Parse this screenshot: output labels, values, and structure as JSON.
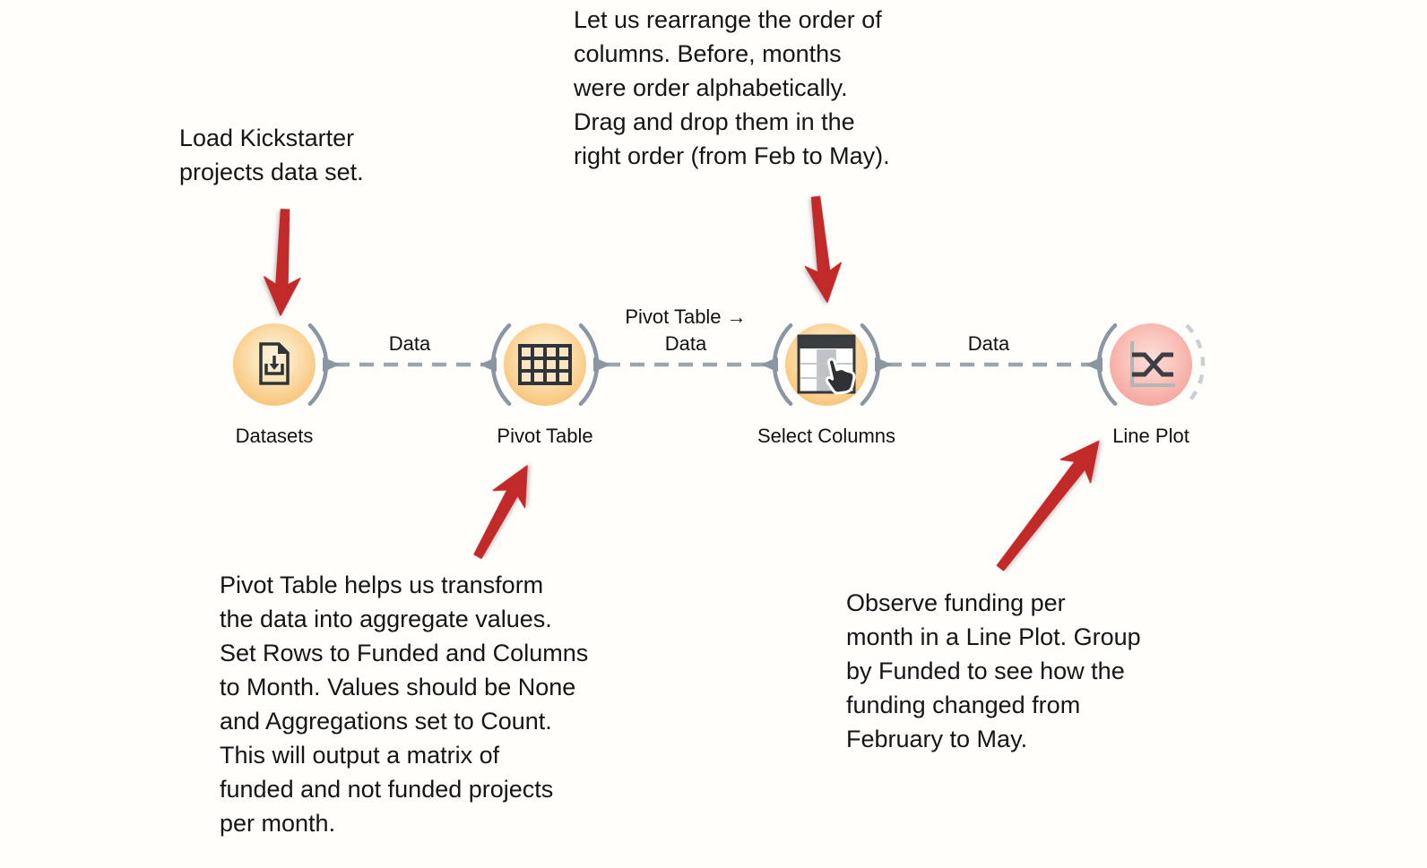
{
  "annotations": {
    "load_datasets": "Load Kickstarter\nprojects data set.",
    "rearrange_columns": "Let us rearrange the order of\ncolumns. Before, months\nwere order alphabetically.\nDrag and drop them in the\nright order (from Feb to May).",
    "pivot_table_help": "Pivot Table helps us transform\nthe data into aggregate values.\nSet Rows to Funded and Columns\nto Month. Values should be None\nand Aggregations set to Count.\nThis will output a matrix of\nfunded and not funded projects\nper month.",
    "line_plot_help": "Observe funding per\nmonth in a Line Plot. Group\nby Funded to see how the\nfunding changed from\nFebruary to May."
  },
  "workflow": {
    "nodes": [
      {
        "label": "Datasets",
        "icon": "file-download-icon"
      },
      {
        "label": "Pivot Table",
        "icon": "grid-icon"
      },
      {
        "label": "Select Columns",
        "icon": "table-select-icon"
      },
      {
        "label": "Line Plot",
        "icon": "line-chart-icon"
      }
    ],
    "links": [
      {
        "from": "Datasets",
        "to": "Pivot Table",
        "label": "Data"
      },
      {
        "from": "Pivot Table",
        "to": "Select Columns",
        "label": "Pivot Table →\nData"
      },
      {
        "from": "Select Columns",
        "to": "Line Plot",
        "label": "Data"
      }
    ]
  },
  "colors": {
    "node_fill_orange": "#f7c276",
    "node_fill_pink": "#f5a39b",
    "arrow_red": "#c22a29",
    "link_gray": "#9aa6ae",
    "arc_gray": "#8a97a2",
    "text": "#151515"
  }
}
